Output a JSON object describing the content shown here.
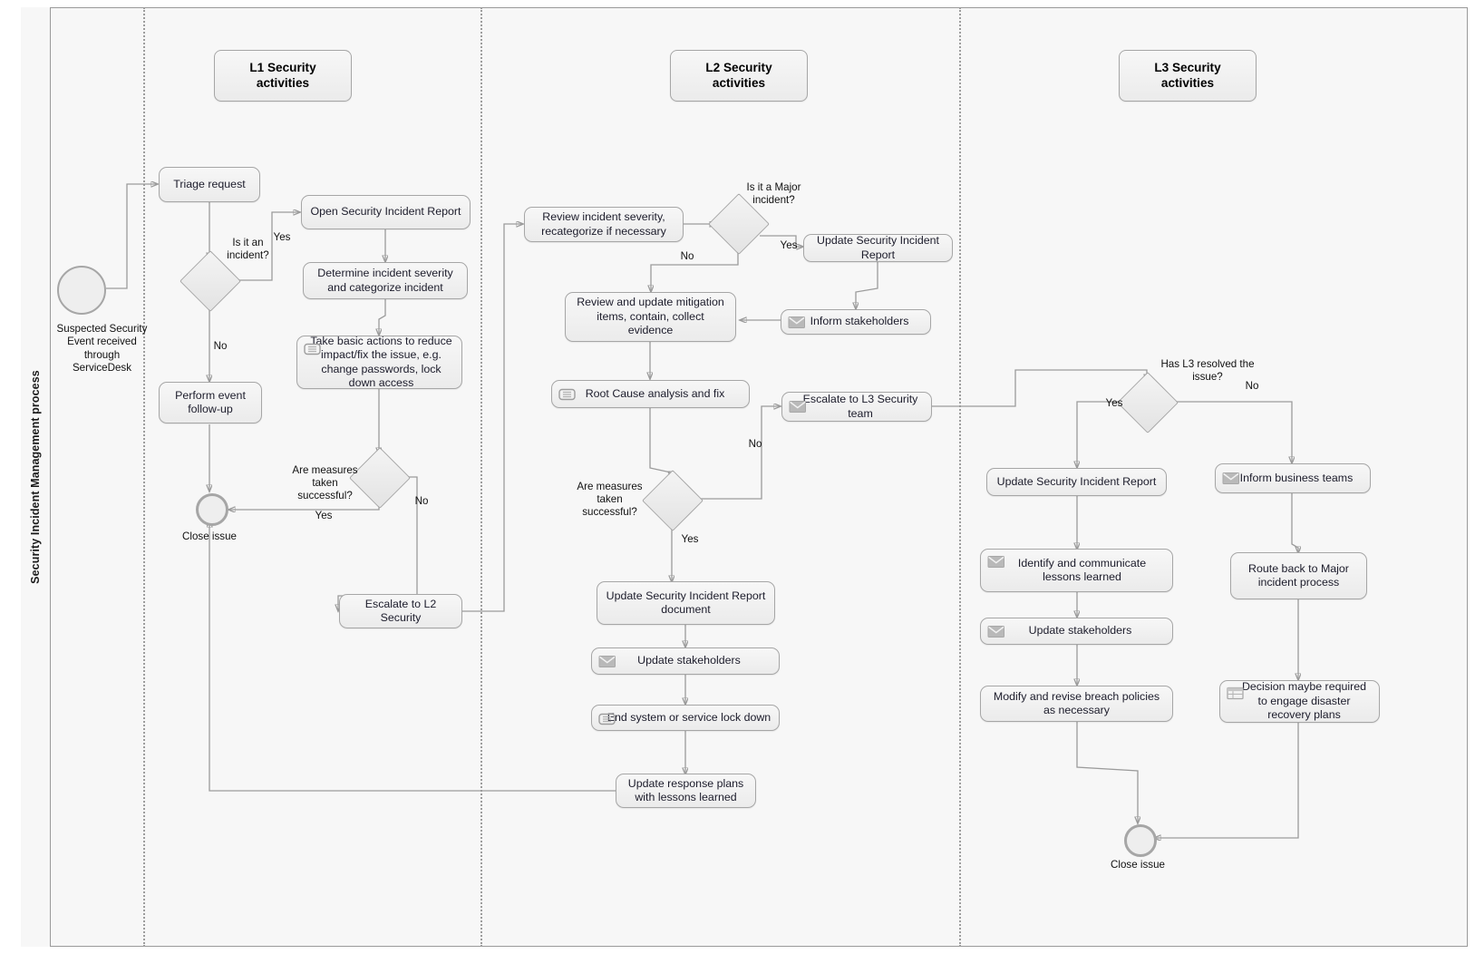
{
  "diagram": {
    "pool_label": "Security Incident Management process",
    "lanes": [
      {
        "id": "l1",
        "title": "L1 Security\nactivities"
      },
      {
        "id": "l2",
        "title": "L2 Security\nactivities"
      },
      {
        "id": "l3",
        "title": "L3 Security\nactivities"
      }
    ]
  },
  "events": {
    "start": {
      "caption": "Suspected Security\nEvent received\nthrough\nServiceDesk",
      "icon": "start-event-circle"
    },
    "end_l1": {
      "caption": "Close issue",
      "icon": "end-event-circle"
    },
    "end_l3": {
      "caption": "Close issue",
      "icon": "end-event-circle"
    }
  },
  "gateways": [
    {
      "id": "gw_incident",
      "label": "Is it an\nincident?",
      "icon": "diamond-gateway"
    },
    {
      "id": "gw_measures_l1",
      "label": "Are measures\ntaken\nsuccessful?",
      "icon": "diamond-gateway"
    },
    {
      "id": "gw_major",
      "label": "Is it a Major\nincident?",
      "icon": "diamond-gateway"
    },
    {
      "id": "gw_measures_l2",
      "label": "Are measures\ntaken\nsuccessful?",
      "icon": "diamond-gateway"
    },
    {
      "id": "gw_l3_resolved",
      "label": "Has L3 resolved the\nissue?",
      "icon": "diamond-gateway"
    }
  ],
  "tasks": {
    "l1": [
      {
        "id": "triage",
        "label": "Triage request",
        "icon": null
      },
      {
        "id": "open_sir",
        "label": "Open Security Incident Report",
        "icon": null
      },
      {
        "id": "determine",
        "label": "Determine incident severity and categorize incident",
        "icon": null
      },
      {
        "id": "basic_actions",
        "label": "Take basic actions to reduce impact/fix the issue, e.g. change passwords, lock down access",
        "icon": "manual-task-hand-icon"
      },
      {
        "id": "follow_up",
        "label": "Perform event follow-up",
        "icon": null
      },
      {
        "id": "escalate_l2",
        "label": "Escalate to L2 Security",
        "icon": null
      }
    ],
    "l2": [
      {
        "id": "review_sev",
        "label": "Review incident severity, recategorize if necessary",
        "icon": null
      },
      {
        "id": "update_sir_l2",
        "label": "Update Security Incident Report",
        "icon": null
      },
      {
        "id": "inform_stake",
        "label": "Inform stakeholders",
        "icon": "envelope-icon"
      },
      {
        "id": "review_mitigation",
        "label": "Review and update mitigation items, contain, collect evidence",
        "icon": null
      },
      {
        "id": "root_cause",
        "label": "Root Cause analysis and fix",
        "icon": "manual-task-hand-icon"
      },
      {
        "id": "escalate_l3",
        "label": "Escalate to L3 Security team",
        "icon": "envelope-icon"
      },
      {
        "id": "update_sir_doc",
        "label": "Update Security Incident Report document",
        "icon": null
      },
      {
        "id": "update_stake_l2",
        "label": "Update stakeholders",
        "icon": "envelope-icon"
      },
      {
        "id": "end_lockdown",
        "label": "End system or service lock down",
        "icon": "manual-task-hand-icon"
      },
      {
        "id": "update_response",
        "label": "Update response plans with lessons learned",
        "icon": null
      }
    ],
    "l3": [
      {
        "id": "update_sir_l3",
        "label": "Update Security Incident Report",
        "icon": null
      },
      {
        "id": "inform_business",
        "label": "Inform business teams",
        "icon": "envelope-icon"
      },
      {
        "id": "lessons",
        "label": "Identify and communicate lessons learned",
        "icon": "envelope-icon"
      },
      {
        "id": "route_back",
        "label": "Route back to Major incident process",
        "icon": null
      },
      {
        "id": "update_stake_l3",
        "label": "Update stakeholders",
        "icon": "envelope-icon"
      },
      {
        "id": "modify_policies",
        "label": "Modify and revise breach policies as necessary",
        "icon": null
      },
      {
        "id": "disaster_recovery",
        "label": "Decision maybe required to engage disaster recovery plans",
        "icon": "business-rule-task-icon"
      }
    ]
  },
  "flow_labels": {
    "yes_incident": "Yes",
    "no_incident": "No",
    "yes_measures_l1": "Yes",
    "no_measures_l1": "No",
    "yes_major": "Yes",
    "no_major": "No",
    "yes_measures_l2": "Yes",
    "no_measures_l2": "No",
    "yes_l3": "Yes",
    "no_l3": "No"
  },
  "colors": {
    "node_border": "#a6a6a6",
    "node_fill_top": "#f7f7f7",
    "node_fill_bottom": "#ebebeb",
    "connector": "#9b9b9b",
    "pool_background": "#f7f7f7",
    "text": "#1c1c2b"
  }
}
